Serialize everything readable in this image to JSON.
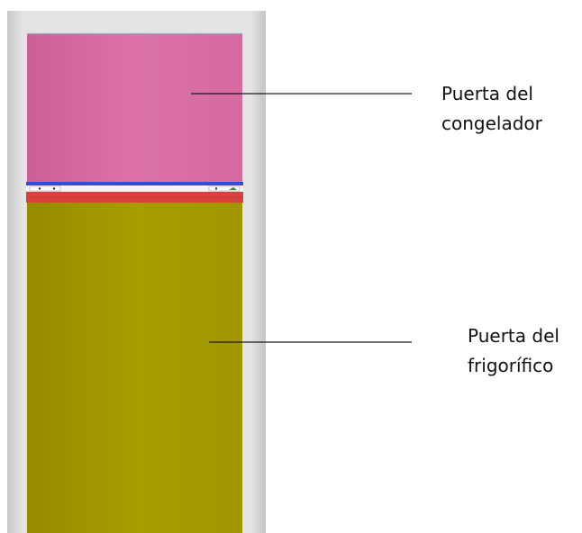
{
  "colors": {
    "background_panel": "#d4d4d4",
    "freezer_door": "#d96ea4",
    "fridge_door": "#a69a00",
    "seal_strip": "#d9413f",
    "hinge_bar": "#2f4fd6",
    "leader_line": "#1a1a1a"
  },
  "callouts": {
    "freezer_door": {
      "line1": "Puerta del",
      "line2": "congelador"
    },
    "fridge_door": {
      "line1": "Puerta del",
      "line2": "frigorífico"
    }
  }
}
